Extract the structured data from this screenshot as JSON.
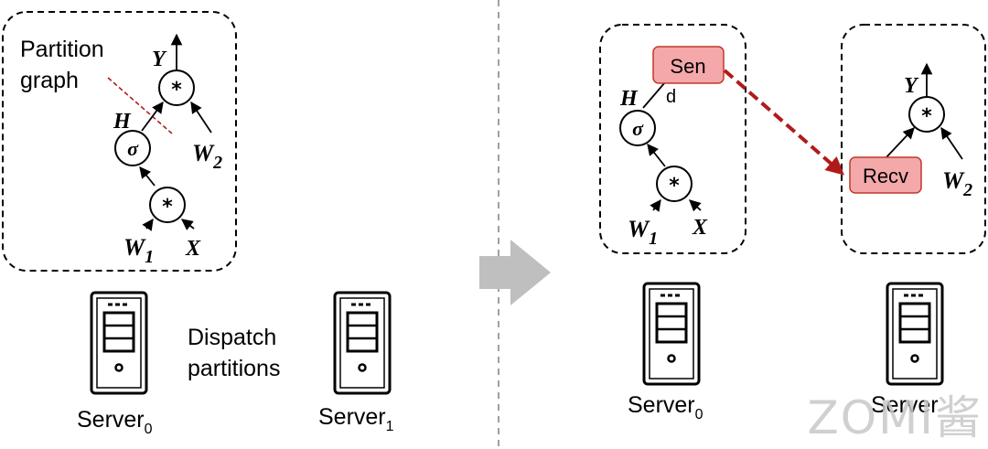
{
  "left": {
    "partition_label": [
      "Partition",
      "graph"
    ],
    "dispatch_label": [
      "Dispatch",
      "partitions"
    ],
    "nodes": {
      "mul_top": "*",
      "mul_bottom": "*",
      "sigma": "σ"
    },
    "vars": {
      "y": "Y",
      "h": "H",
      "w2_base": "W",
      "w2_sub": "2",
      "w1_base": "W",
      "w1_sub": "1",
      "x": "X"
    },
    "server0": {
      "base": "Server",
      "sub": "0"
    },
    "server1": {
      "base": "Server",
      "sub": "1"
    }
  },
  "right": {
    "send_label": "Sen",
    "send_overflow": "d",
    "recv_label": "Recv",
    "nodes": {
      "mul_left": "*",
      "mul_right": "*",
      "sigma": "σ"
    },
    "vars": {
      "h": "H",
      "w1_base": "W",
      "w1_sub": "1",
      "x": "X",
      "y": "Y",
      "w2_base": "W",
      "w2_sub": "2"
    },
    "server0": {
      "base": "Server",
      "sub": "0"
    },
    "server1_partial": "Server"
  },
  "watermark": "ZOMI酱",
  "colors": {
    "ink": "#000000",
    "dashed_divider": "#a0a0a0",
    "arrow_gray": "#bfbfbf",
    "box_fill": "#f4a8aa",
    "box_stroke": "#c0392b",
    "send_arrow": "#b11a1a",
    "watermark": "#c8c8c8"
  }
}
